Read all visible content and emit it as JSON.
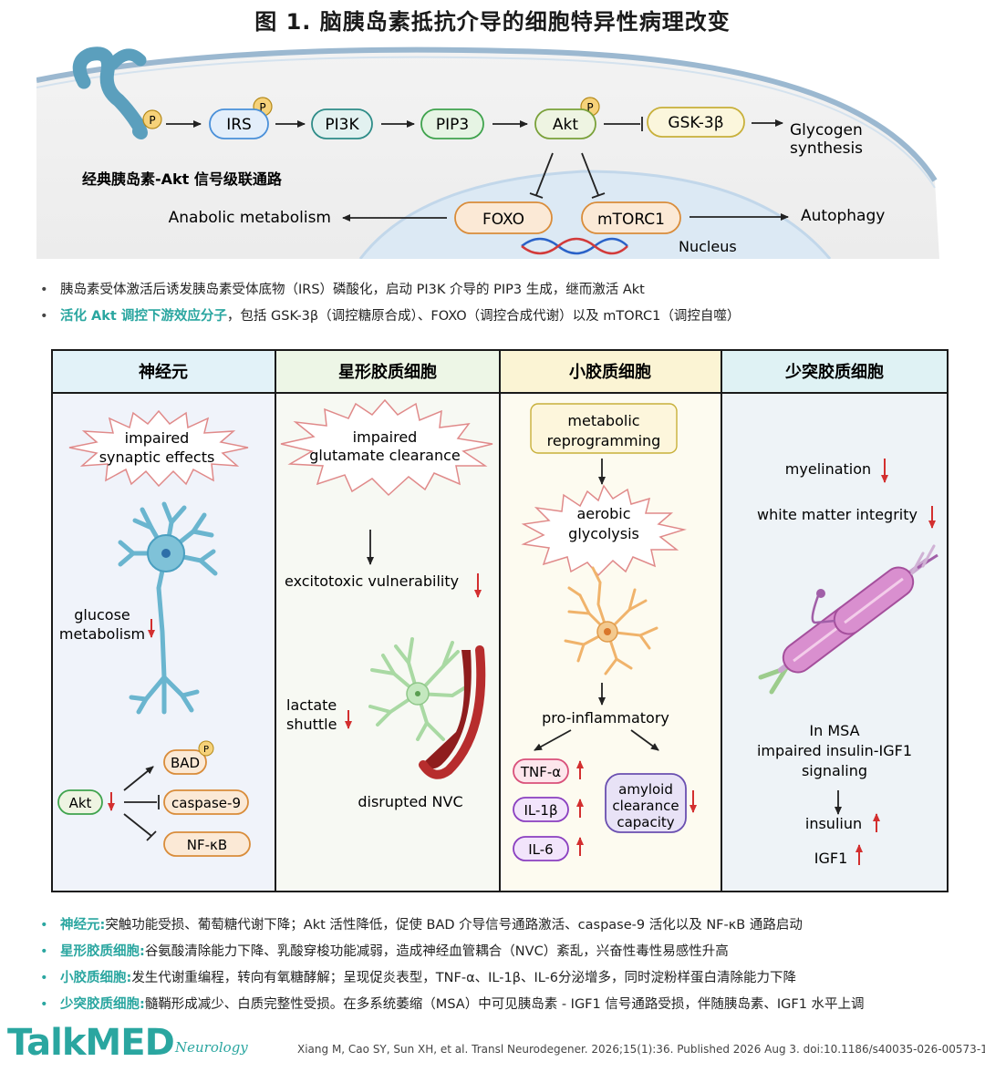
{
  "title": "图 1. 脑胰岛素抵抗介导的细胞特异性病理改变",
  "pathway": {
    "nodes": [
      "IRS",
      "PI3K",
      "PIP3",
      "Akt",
      "GSK-3β",
      "FOXO",
      "mTORC1"
    ],
    "phospho_label": "P",
    "glycogen_line1": "Glycogen",
    "glycogen_line2": "synthesis",
    "caption": "经典胰岛素-Akt 信号级联通路",
    "anabolic": "Anabolic metabolism",
    "autophagy": "Autophagy",
    "nucleus": "Nucleus"
  },
  "intro_bullets": [
    {
      "highlight": "",
      "text": "胰岛素受体激活后诱发胰岛素受体底物（IRS）磷酸化，启动 PI3K 介导的 PIP3 生成，继而激活 Akt"
    },
    {
      "highlight": "活化 Akt 调控下游效应分子",
      "text": "，包括 GSK-3β（调控糖原合成）、FOXO（调控合成代谢）以及 mTORC1（调控自噬）"
    }
  ],
  "panels": {
    "headers": [
      "神经元",
      "星形胶质细胞",
      "小胶质细胞",
      "少突胶质细胞"
    ],
    "neuron": {
      "burst_line1": "impaired",
      "burst_line2": "synaptic effects",
      "glucose_line1": "glucose",
      "glucose_line2": "metabolism",
      "akt": "Akt",
      "bad": "BAD",
      "caspase": "caspase-9",
      "nfkb": "NF-κB"
    },
    "astrocyte": {
      "burst_line1": "impaired",
      "burst_line2": "glutamate clearance",
      "excitotoxic": "excitotoxic vulnerability",
      "lactate_line1": "lactate",
      "lactate_line2": "shuttle",
      "nvc": "disrupted NVC"
    },
    "microglia": {
      "reprog_line1": "metabolic",
      "reprog_line2": "reprogramming",
      "burst_line1": "aerobic",
      "burst_line2": "glycolysis",
      "proinflam": "pro-inflammatory",
      "tnf": "TNF-α",
      "il1b": "IL-1β",
      "il6": "IL-6",
      "amyloid_line1": "amyloid",
      "amyloid_line2": "clearance",
      "amyloid_line3": "capacity"
    },
    "oligo": {
      "myelination": "myelination",
      "white_matter": "white matter integrity",
      "msa_line1": "In MSA",
      "msa_line2": "impaired insulin-IGF1",
      "msa_line3": "signaling",
      "insulin": "insuliun",
      "igf1": "IGF1"
    }
  },
  "bottom_bullets": [
    {
      "highlight": "神经元:",
      "text": "突触功能受损、葡萄糖代谢下降；Akt 活性降低，促使 BAD 介导信号通路激活、caspase-9 活化以及 NF-κB 通路启动"
    },
    {
      "highlight": "星形胶质细胞:",
      "text": "谷氨酸清除能力下降、乳酸穿梭功能减弱，造成神经血管耦合（NVC）紊乱，兴奋性毒性易感性升高"
    },
    {
      "highlight": "小胶质细胞:",
      "text": "发生代谢重编程，转向有氧糖酵解；呈现促炎表型，TNF-α、IL-1β、IL-6分泌增多，同时淀粉样蛋白清除能力下降"
    },
    {
      "highlight": "少突胶质细胞:",
      "text": "髓鞘形成减少、白质完整性受损。在多系统萎缩（MSA）中可见胰岛素 - IGF1 信号通路受损，伴随胰岛素、IGF1 水平上调"
    }
  ],
  "footer": {
    "logo": "TalkMED",
    "neurology": "Neurology",
    "citation": "Xiang M, Cao SY, Sun XH, et al. Transl Neurodegener. 2026;15(1):36. Published 2026 Aug 3. doi:10.1186/s40035-026-00573-1"
  },
  "colors": {
    "accent": "#2aa6a0",
    "arrow_down": "#d32f2f",
    "node_blue": "#4a90d9",
    "node_green": "#3fa34d",
    "node_tan": "#d98c3a",
    "node_yellow": "#c8b03a",
    "node_purple": "#8a3fc0",
    "node_pink": "#d9507a"
  }
}
